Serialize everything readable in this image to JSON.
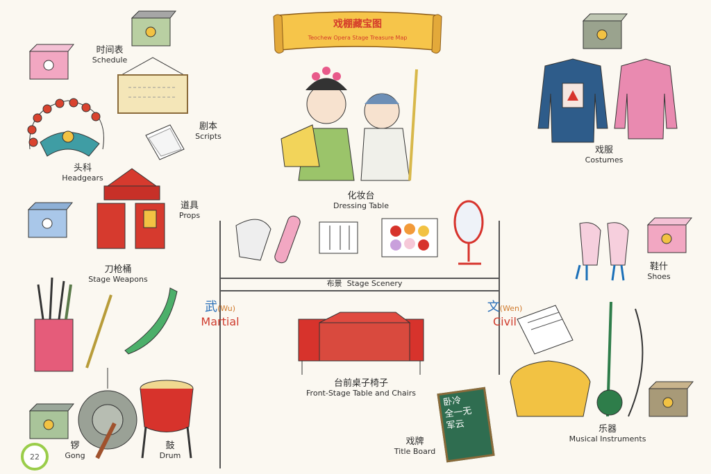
{
  "banner": {
    "title": "戏棚藏宝图",
    "subtitle": "Teochew Opera Stage Treasure Map"
  },
  "labels": {
    "schedule": {
      "zh": "时间表",
      "en": "Schedule"
    },
    "scripts": {
      "zh": "剧本",
      "en": "Scripts"
    },
    "headgears": {
      "zh": "头科",
      "en": "Headgears"
    },
    "props": {
      "zh": "道具",
      "en": "Props"
    },
    "weapons": {
      "zh": "刀枪桶",
      "en": "Stage Weapons"
    },
    "gong": {
      "zh": "锣",
      "en": "Gong"
    },
    "drum": {
      "zh": "鼓",
      "en": "Drum"
    },
    "dressing": {
      "zh": "化妆台",
      "en": "Dressing Table"
    },
    "scenery": {
      "zh": "布景",
      "en": "Stage Scenery"
    },
    "table": {
      "zh": "台前桌子椅子",
      "en": "Front-Stage Table and Chairs"
    },
    "title_board": {
      "zh": "戏牌",
      "en": "Title Board"
    },
    "costumes": {
      "zh": "戏服",
      "en": "Costumes"
    },
    "shoes": {
      "zh": "鞋什",
      "en": "Shoes"
    },
    "instruments": {
      "zh": "乐器",
      "en": "Musical Instruments"
    }
  },
  "martial": {
    "zh": "武",
    "pin": "(Wu)",
    "en": "Martial"
  },
  "civil": {
    "zh": "文",
    "pin": "(Wen)",
    "en": "Civil"
  },
  "board_text": [
    "卧冷",
    "全一无",
    "军云"
  ],
  "page_number": "22",
  "colors": {
    "accent_blue": "#2a6fb8",
    "accent_red": "#cf3b2d",
    "page_badge": "#9acd4a"
  }
}
